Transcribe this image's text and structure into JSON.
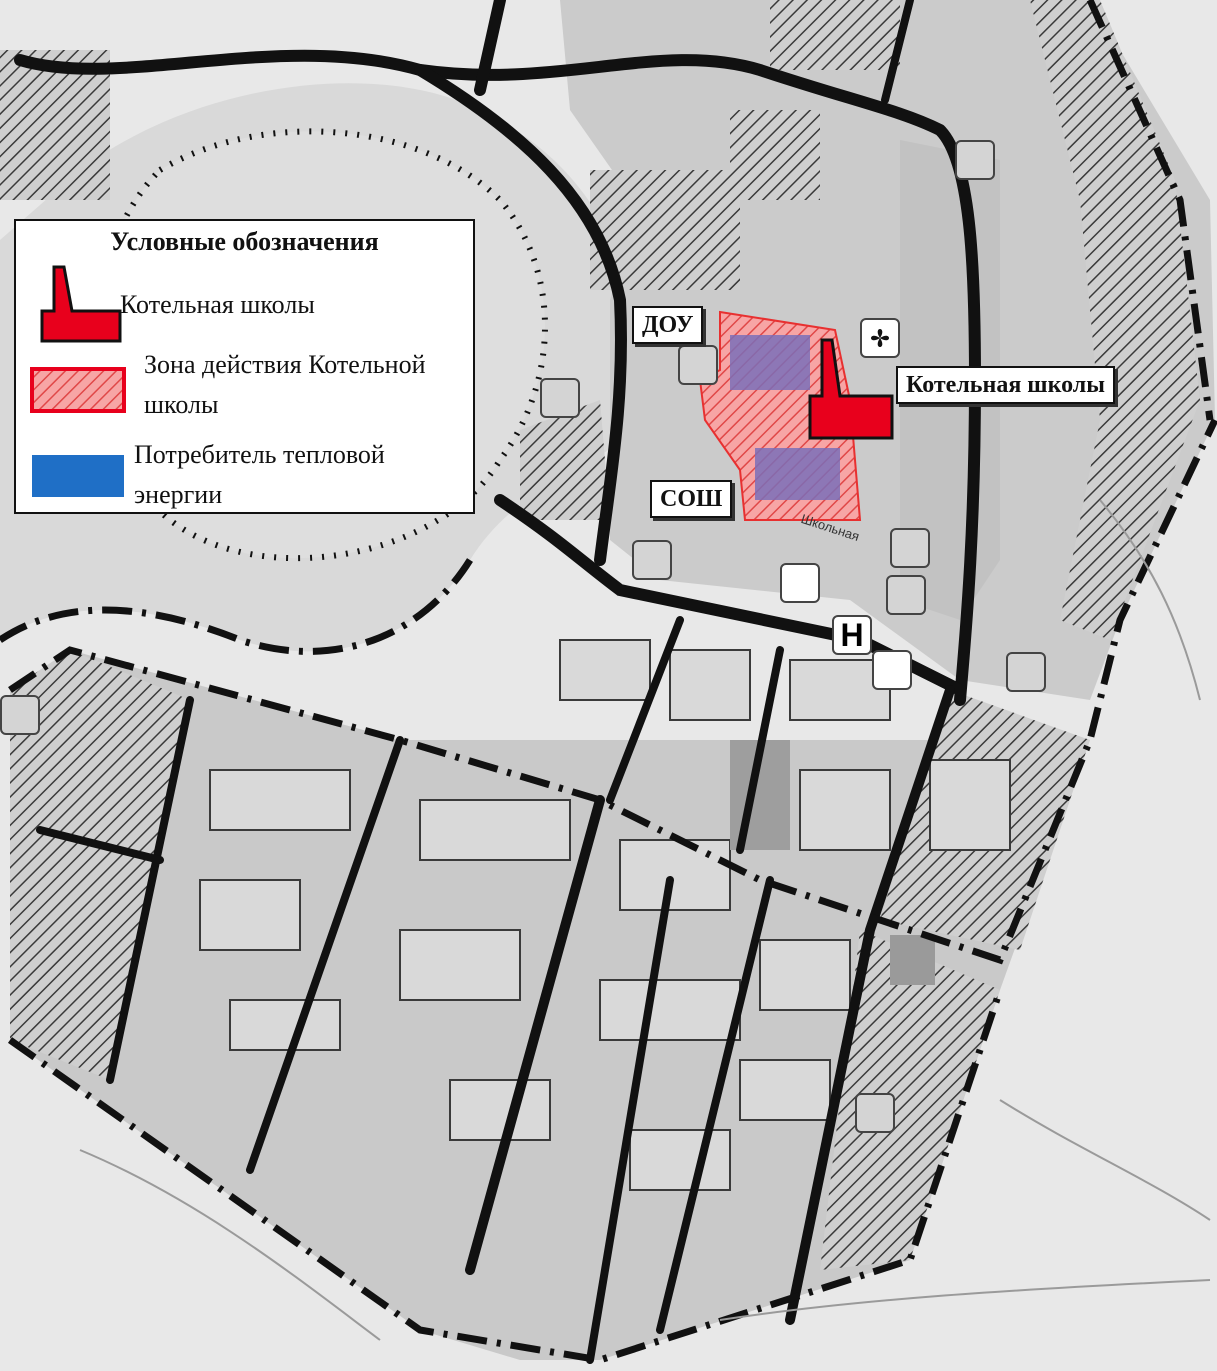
{
  "legend": {
    "title": "Условные обозначения",
    "items": [
      {
        "label": "Котельная школы",
        "symbol": "boiler-house",
        "color": "#e8001c"
      },
      {
        "label": "Зона действия Котельной школы",
        "symbol": "hatched-zone",
        "color": "#f06a6a"
      },
      {
        "label": "Потребитель тепловой энергии",
        "symbol": "consumer",
        "color": "#1f6fc6"
      }
    ]
  },
  "labels": {
    "dou": "ДОУ",
    "sosh": "СОШ",
    "boiler": "Котельная школы",
    "street": "Школьная"
  },
  "poi_icons": [
    "playground-icon",
    "stadium-icon",
    "hairdresser-icon",
    "medical-icon",
    "hospital-icon",
    "phone-icon",
    "fire-hydrant-icon",
    "childcare-icon",
    "fan-icon"
  ],
  "colors": {
    "boiler": "#e8001c",
    "zone": "#f47a7a",
    "consumer": "#6f6fbf",
    "road": "#111111",
    "block": "#d0d0d0"
  }
}
